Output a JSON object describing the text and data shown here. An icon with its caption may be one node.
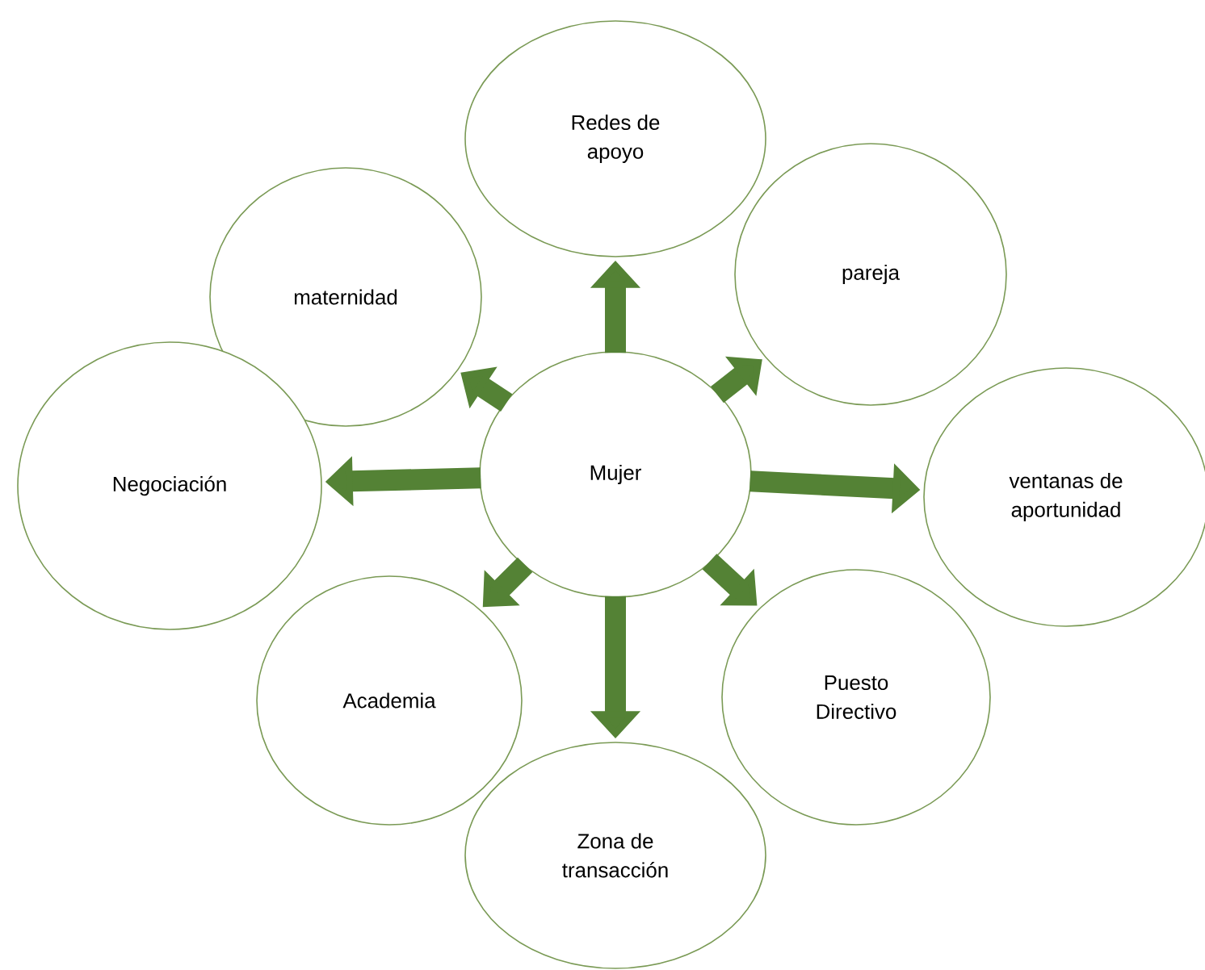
{
  "diagram": {
    "nodes": [
      {
        "text": [
          "Mujer"
        ]
      },
      {
        "text": [
          "Redes de apoyo"
        ]
      },
      {
        "text": [
          "maternidad"
        ]
      },
      {
        "text": [
          "pareja"
        ]
      },
      {
        "text": [
          "Negociación"
        ]
      },
      {
        "text": [
          "ventanas de aportunidad"
        ]
      },
      {
        "text": [
          "Academia"
        ]
      },
      {
        "text": [
          "Puesto Directivo"
        ]
      },
      {
        "text": [
          "Zona de transacción"
        ]
      }
    ],
    "edges": [
      {
        "from": 0,
        "to": 1,
        "arrow": "to"
      },
      {
        "from": 0,
        "to": 2,
        "arrow": "to"
      },
      {
        "from": 0,
        "to": 3,
        "arrow": "to"
      },
      {
        "from": 0,
        "to": 4,
        "arrow": "to"
      },
      {
        "from": 0,
        "to": 5,
        "arrow": "to"
      },
      {
        "from": 0,
        "to": 6,
        "arrow": "to"
      },
      {
        "from": 0,
        "to": 7,
        "arrow": "to"
      },
      {
        "from": 0,
        "to": 8,
        "arrow": "to"
      }
    ]
  }
}
